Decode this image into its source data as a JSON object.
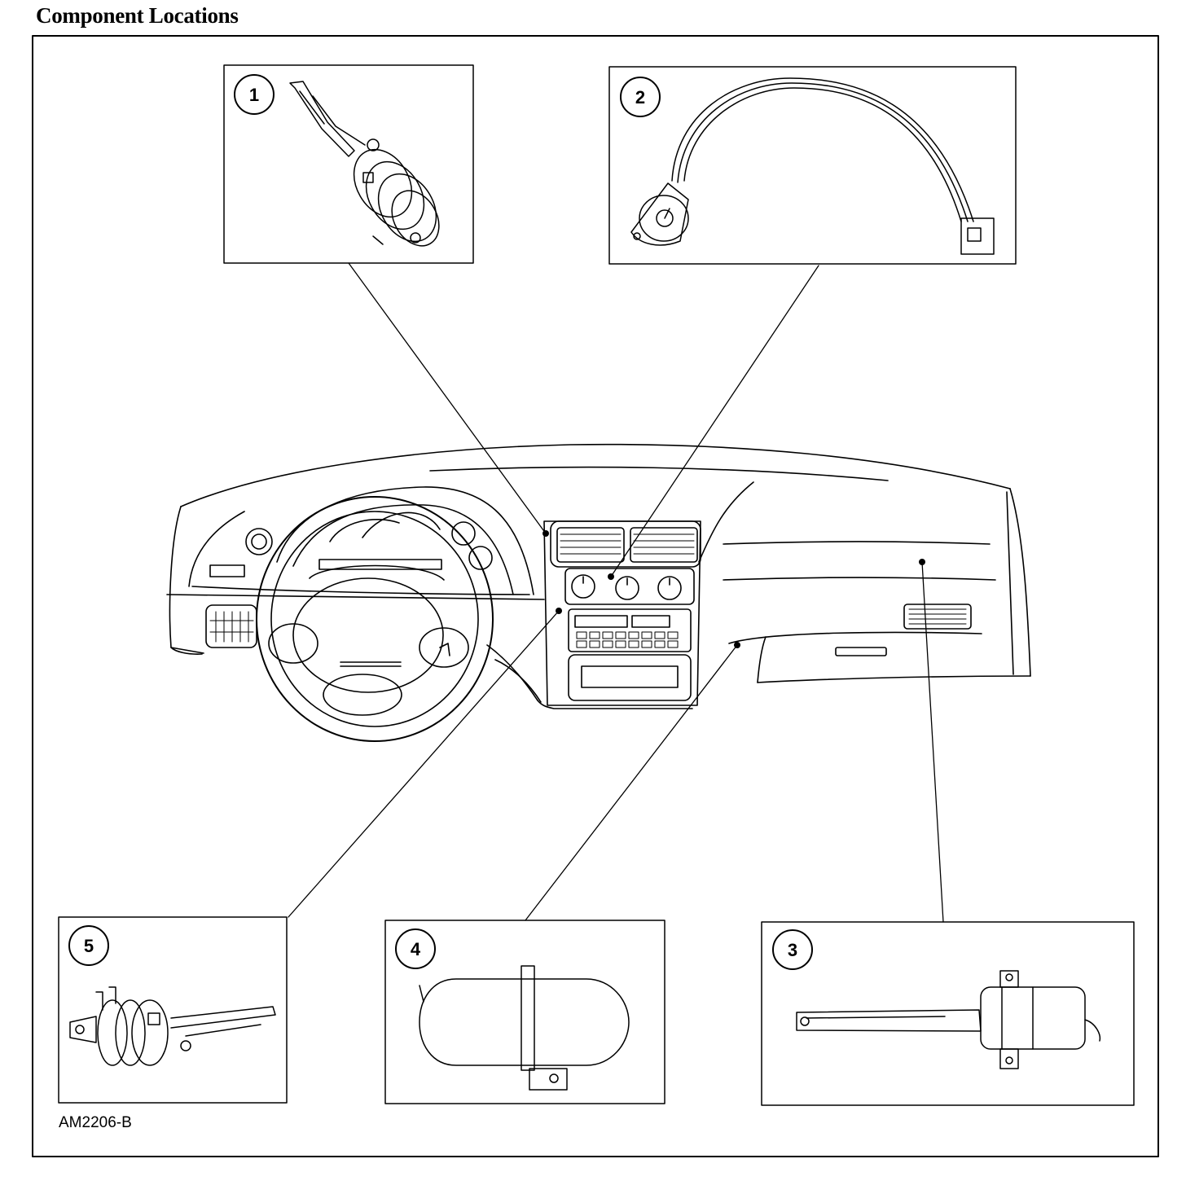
{
  "header": {
    "title": "Component Locations"
  },
  "figure": {
    "id": "AM2206-B",
    "callouts": [
      {
        "number": "1"
      },
      {
        "number": "2"
      },
      {
        "number": "3"
      },
      {
        "number": "4"
      },
      {
        "number": "5"
      }
    ]
  },
  "colors": {
    "line": "#000000",
    "background": "#ffffff"
  }
}
